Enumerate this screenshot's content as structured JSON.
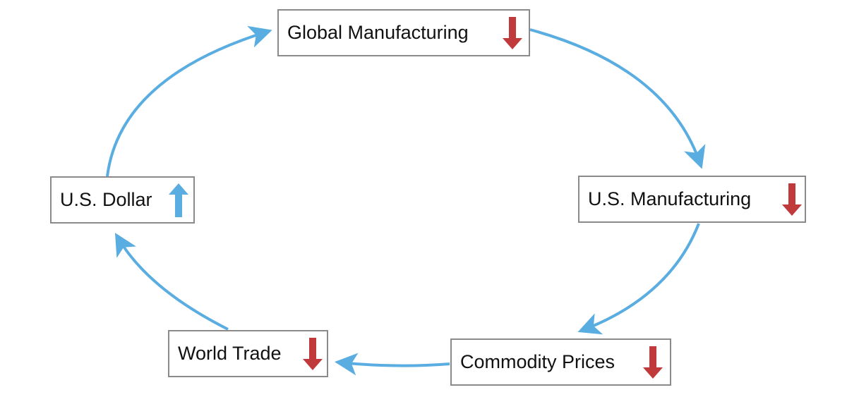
{
  "colors": {
    "cycle_arrow": "#5aade0",
    "down": "#c0393b",
    "up": "#5aade0",
    "border": "#8a8a8a"
  },
  "nodes": {
    "global_manufacturing": {
      "label": "Global Manufacturing",
      "trend": "down"
    },
    "us_manufacturing": {
      "label": "U.S. Manufacturing",
      "trend": "down"
    },
    "commodity_prices": {
      "label": "Commodity Prices",
      "trend": "down"
    },
    "world_trade": {
      "label": "World Trade",
      "trend": "down"
    },
    "us_dollar": {
      "label": "U.S. Dollar",
      "trend": "up"
    }
  },
  "edges": [
    {
      "from": "global_manufacturing",
      "to": "us_manufacturing"
    },
    {
      "from": "us_manufacturing",
      "to": "commodity_prices"
    },
    {
      "from": "commodity_prices",
      "to": "world_trade"
    },
    {
      "from": "world_trade",
      "to": "us_dollar"
    },
    {
      "from": "us_dollar",
      "to": "global_manufacturing"
    }
  ]
}
